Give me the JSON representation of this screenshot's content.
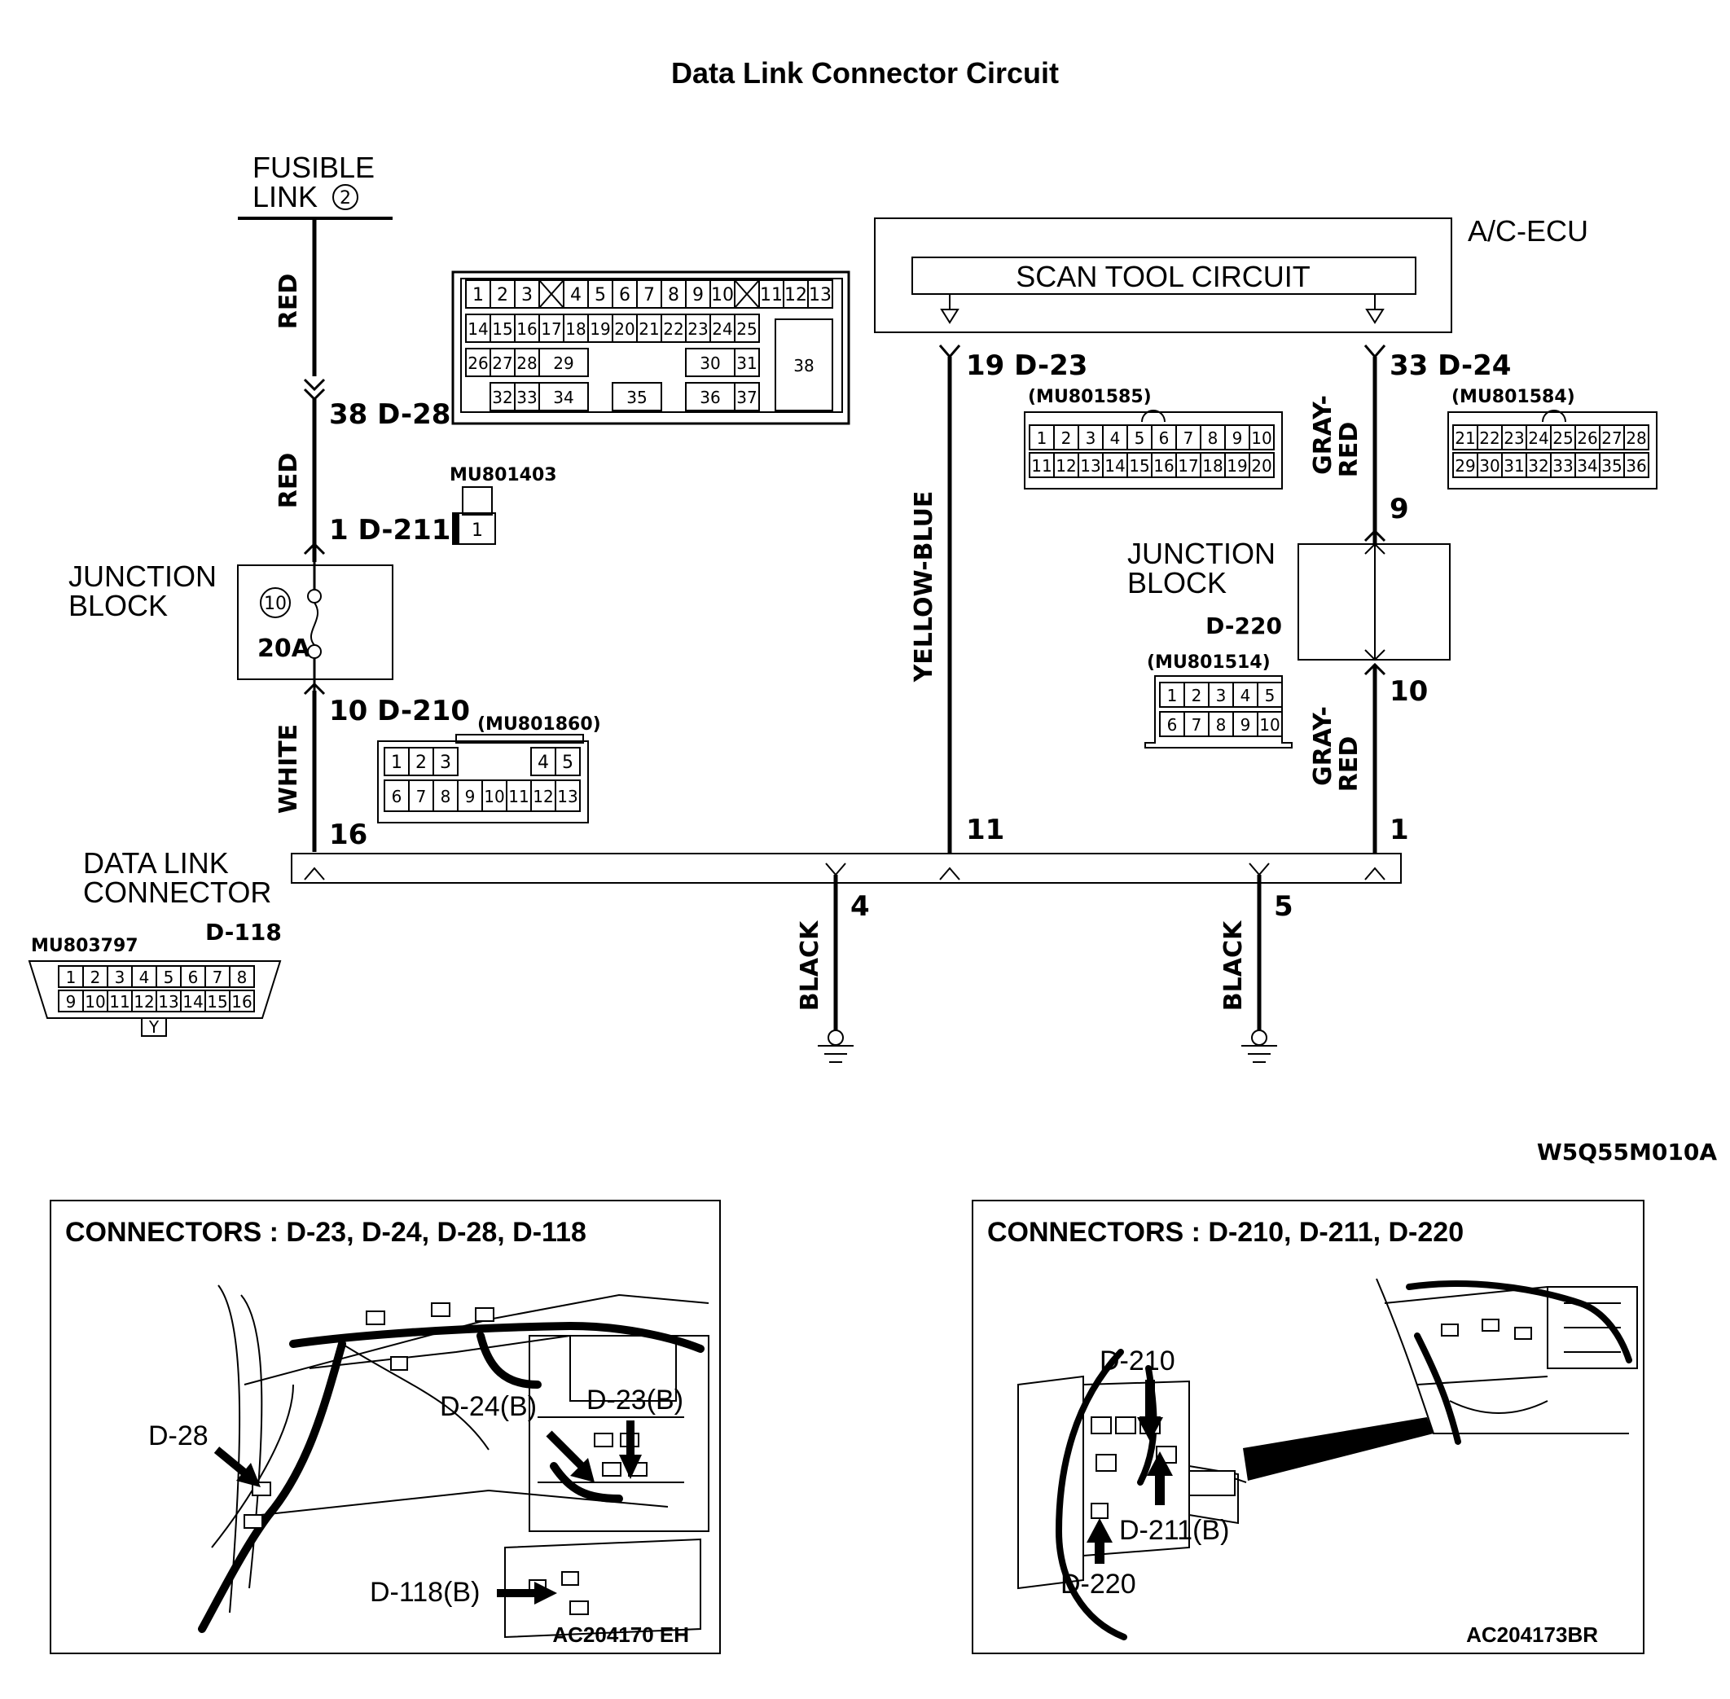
{
  "title": "Data Link Connector Circuit",
  "fusible_link": {
    "line1": "FUSIBLE",
    "line2": "LINK",
    "num": "2"
  },
  "ecu": {
    "name": "A/C-ECU",
    "circuit": "SCAN TOOL CIRCUIT"
  },
  "left_junction": {
    "line1": "JUNCTION",
    "line2": "BLOCK",
    "fuse_num": "10",
    "fuse_amp": "20A"
  },
  "right_junction": {
    "line1": "JUNCTION",
    "line2": "BLOCK",
    "code": "D-220",
    "part": "(MU801514)"
  },
  "dlc": {
    "line1": "DATA LINK",
    "line2": "CONNECTOR",
    "code": "D-118",
    "part": "MU803797",
    "y": "Y"
  },
  "pins": {
    "d28": "38  D-28",
    "d211": "1  D-211",
    "d210": "10  D-210",
    "p16": "16",
    "d23": "19  D-23",
    "p11": "11",
    "d24": "33  D-24",
    "p9": "9",
    "p10": "10",
    "p1": "1",
    "p4": "4",
    "p5": "5"
  },
  "wires": {
    "red1": "RED",
    "red2": "RED",
    "white": "WHITE",
    "yellow_blue": "YELLOW-BLUE",
    "gray_red_a1": "GRAY-",
    "gray_red_a2": "RED",
    "gray_red_b1": "GRAY-",
    "gray_red_b2": "RED",
    "black1": "BLACK",
    "black2": "BLACK"
  },
  "parts": {
    "d211": "MU801403",
    "d210": "(MU801860)",
    "d23": "(MU801585)",
    "d24": "(MU801584)"
  },
  "connector_faces": {
    "d28": {
      "row1": [
        "1",
        "2",
        "3",
        "4",
        "5",
        "6",
        "7",
        "8",
        "9",
        "10",
        "11",
        "12",
        "13"
      ],
      "row2": [
        "14",
        "15",
        "16",
        "17",
        "18",
        "19",
        "20",
        "21",
        "22",
        "23",
        "24",
        "25"
      ],
      "row3": [
        "26",
        "27",
        "28",
        "29",
        "30",
        "31",
        "38"
      ],
      "row4": [
        "32",
        "33",
        "34",
        "35",
        "36",
        "37"
      ]
    },
    "d211": [
      "1"
    ],
    "d210": {
      "row1": [
        "1",
        "2",
        "3",
        "4",
        "5"
      ],
      "row2": [
        "6",
        "7",
        "8",
        "9",
        "10",
        "11",
        "12",
        "13"
      ]
    },
    "d23": {
      "row1": [
        "1",
        "2",
        "3",
        "4",
        "5",
        "6",
        "7",
        "8",
        "9",
        "10"
      ],
      "row2": [
        "11",
        "12",
        "13",
        "14",
        "15",
        "16",
        "17",
        "18",
        "19",
        "20"
      ]
    },
    "d24": {
      "row1": [
        "21",
        "22",
        "23",
        "24",
        "25",
        "26",
        "27",
        "28"
      ],
      "row2": [
        "29",
        "30",
        "31",
        "32",
        "33",
        "34",
        "35",
        "36"
      ]
    },
    "d220": {
      "row1": [
        "1",
        "2",
        "3",
        "4",
        "5"
      ],
      "row2": [
        "6",
        "7",
        "8",
        "9",
        "10"
      ]
    },
    "d118": {
      "row1": [
        "1",
        "2",
        "3",
        "4",
        "5",
        "6",
        "7",
        "8"
      ],
      "row2": [
        "9",
        "10",
        "11",
        "12",
        "13",
        "14",
        "15",
        "16"
      ]
    }
  },
  "figure_code": "W5Q55M010A",
  "photos": [
    {
      "header": "CONNECTORS : D-23, D-24, D-28, D-118",
      "labels": [
        "D-24(B)",
        "D-23(B)",
        "D-28",
        "D-118(B)"
      ],
      "ref": "AC204170 EH"
    },
    {
      "header": "CONNECTORS : D-210, D-211, D-220",
      "labels": [
        "D-210",
        "D-211(B)",
        "D-220"
      ],
      "ref": "AC204173BR"
    }
  ]
}
